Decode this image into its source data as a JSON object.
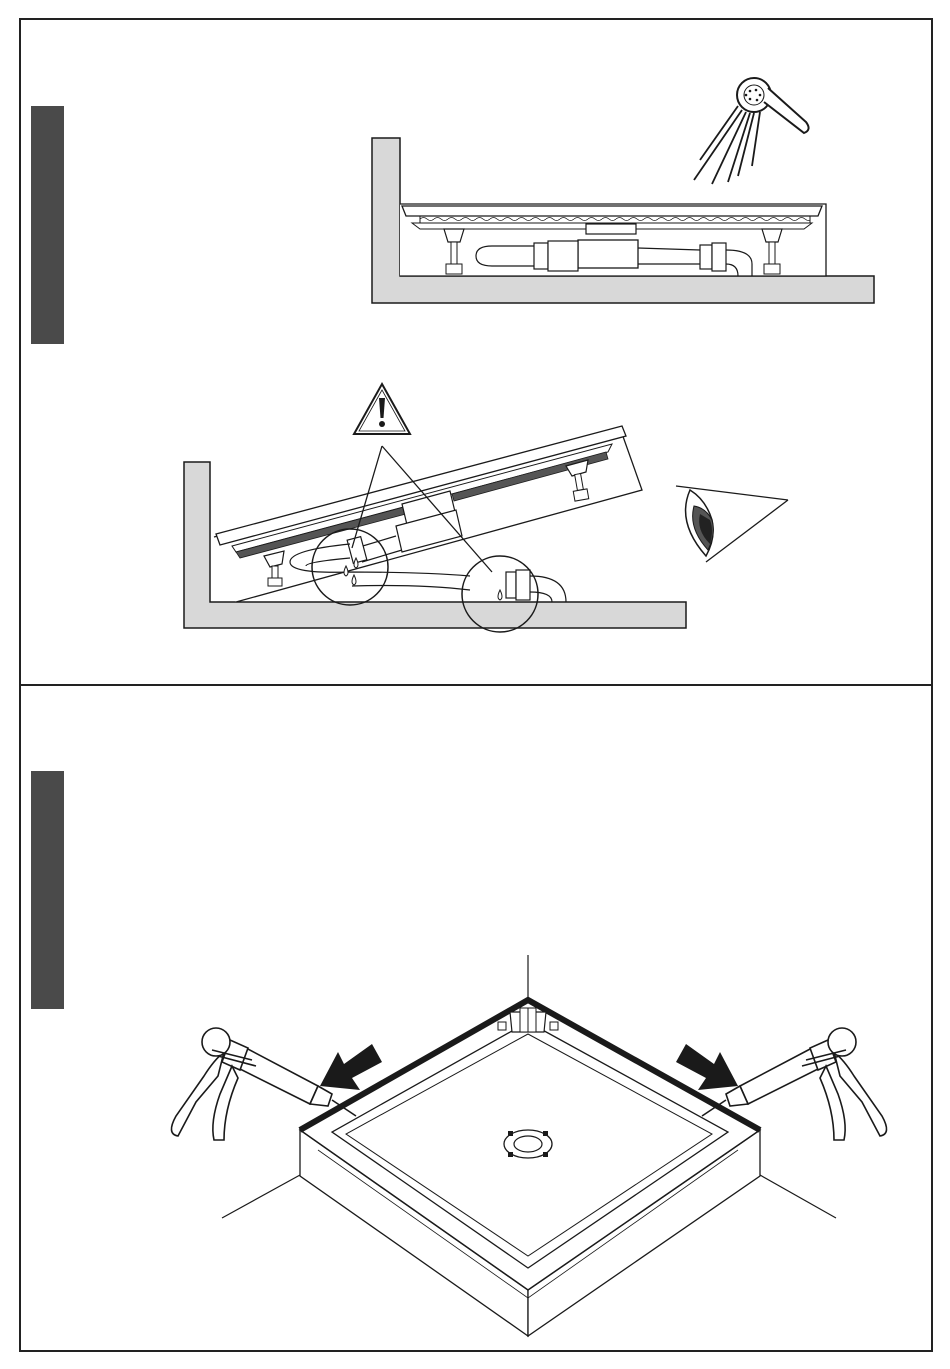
{
  "panels": [
    {
      "id": "step-1",
      "illustrations": [
        "shower-head-icon",
        "leveled-shower-tray",
        "warning-triangle-icon",
        "leak-drops",
        "inspection-eye-icon"
      ]
    },
    {
      "id": "step-2",
      "illustrations": [
        "corner-shower-tray",
        "caulking-gun-left",
        "caulking-gun-right",
        "arrow-left",
        "arrow-right"
      ]
    }
  ],
  "colors": {
    "frame": "#222222",
    "step_bar": "#4a4a4a",
    "floor_fill": "#d8d8d8",
    "line": "#1a1a1a",
    "arrow": "#1a1a1a",
    "eye_shade": "#555555"
  }
}
